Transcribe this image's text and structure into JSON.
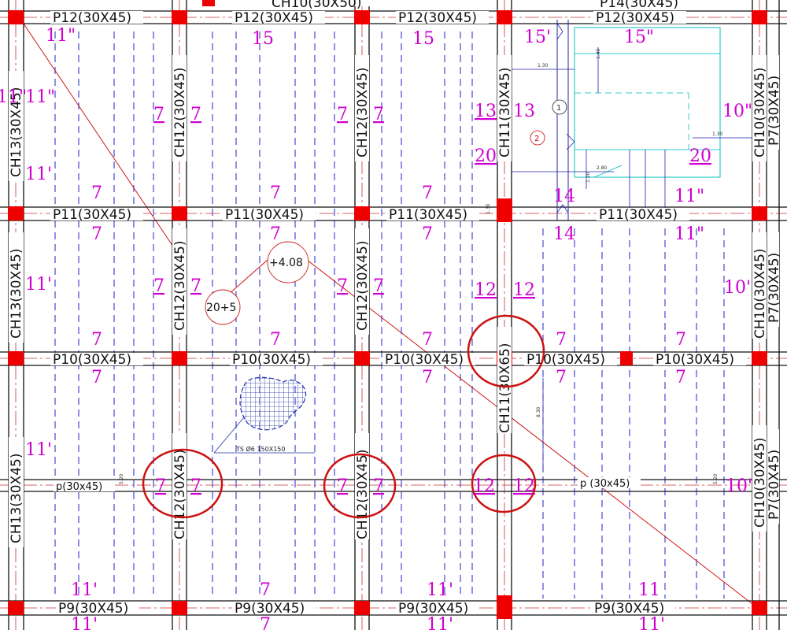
{
  "beams": {
    "top_partial_center": "CH10(30X50)",
    "top_partial_right": "P14(30X45)",
    "row1": [
      "P12(30X45)",
      "P12(30X45)",
      "P12(30X45)",
      "P12(30X45)"
    ],
    "row2": [
      "P11(30X45)",
      "P11(30X45)",
      "P11(30X45)",
      "P11(30X45)"
    ],
    "row3": [
      "P10(30X45)",
      "P10(30X45)",
      "P10(30X45)",
      "P10(30X45)",
      "P10(30X45)"
    ],
    "row4": [
      "p(30x45)",
      "p (30x45)"
    ],
    "row5": [
      "P9(30X45)",
      "P9(30X45)",
      "P9(30X45)",
      "P9(30X45)"
    ]
  },
  "columns": {
    "col1": [
      "CH13(30X45)",
      "CH13(30X45)",
      "CH13(30X45)"
    ],
    "col2": [
      "CH12(30X45)",
      "CH12(30X45)",
      "CH12(30X45)"
    ],
    "col3": [
      "CH12(30X45)",
      "CH12(30X45)",
      "CH12(30X45)"
    ],
    "col4": [
      "CH11(30X45)",
      "CH11(30X65)"
    ],
    "col5": [
      "CH10(30X45)",
      "CH10(30X45)",
      "CH10(30X45)"
    ],
    "col6": [
      "P7(30X45)",
      "P7(30X45)",
      "P7(30X45)"
    ]
  },
  "slab_marks": {
    "m11pp_a": "11\"",
    "m11pp_b": "11\"",
    "m11pp_c": "11\"",
    "m11pp_d": "11\"",
    "m11p_a": "11'",
    "m11p_b": "11'",
    "m11p_c": "11'",
    "m11p_d": "11'",
    "m11p_e": "11'",
    "m11_a": "11",
    "m15_a": "15",
    "m15_b": "15",
    "m15p": "15'",
    "m15pp": "15\"",
    "m7": "7",
    "m13_a": "13",
    "m13_b": "13",
    "m20_a": "20",
    "m20_b": "20",
    "m14_a": "14",
    "m14_b": "14",
    "m10pp": "10\"",
    "m10p_a": "10'",
    "m10p_b": "10'",
    "m12": "12"
  },
  "levels": {
    "elevation": "+4.08",
    "slab_thickness": "20+5"
  },
  "stair": {
    "label_1": "1",
    "label_2": "2",
    "dims": [
      "1.30",
      "1.40",
      "1.30",
      "2.80",
      "1.20",
      "1.30"
    ]
  },
  "mesh_note": "TS Ø6 150X150",
  "side_dims": [
    "8.30",
    "5.20",
    "5.20"
  ],
  "colors": {
    "column": "#ee0000",
    "beam": "#111111",
    "slab_mark": "#d000d0",
    "rebar": "#0000cc",
    "axis": "#cc0000",
    "highlight": "#cc1111",
    "stair_outline": "#33cccc"
  }
}
